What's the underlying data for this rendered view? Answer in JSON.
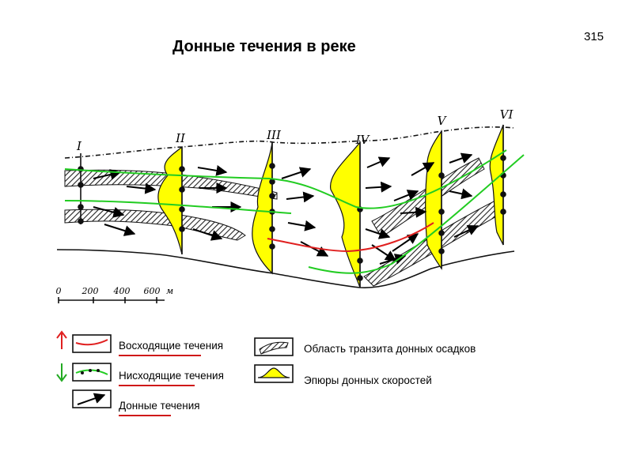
{
  "page_number": "315",
  "title": "Донные течения в реке",
  "sections": [
    "I",
    "II",
    "III",
    "IV",
    "V",
    "VI"
  ],
  "scale": {
    "ticks": [
      "0",
      "200",
      "400",
      "600"
    ],
    "unit": "м"
  },
  "legend": {
    "ascending": "Восходящие течения",
    "descending": "Нисходящие течения",
    "bottom": "Донные течения",
    "transit": "Область транзита донных осадков",
    "velocity": "Эпюры донных скоростей"
  },
  "colors": {
    "ascending_line": "#e02020",
    "descending_line": "#22cc22",
    "velocity_fill": "#ffff00",
    "transit_fill": "#666666",
    "arrow_up": "#e02020",
    "arrow_down": "#22aa22"
  }
}
